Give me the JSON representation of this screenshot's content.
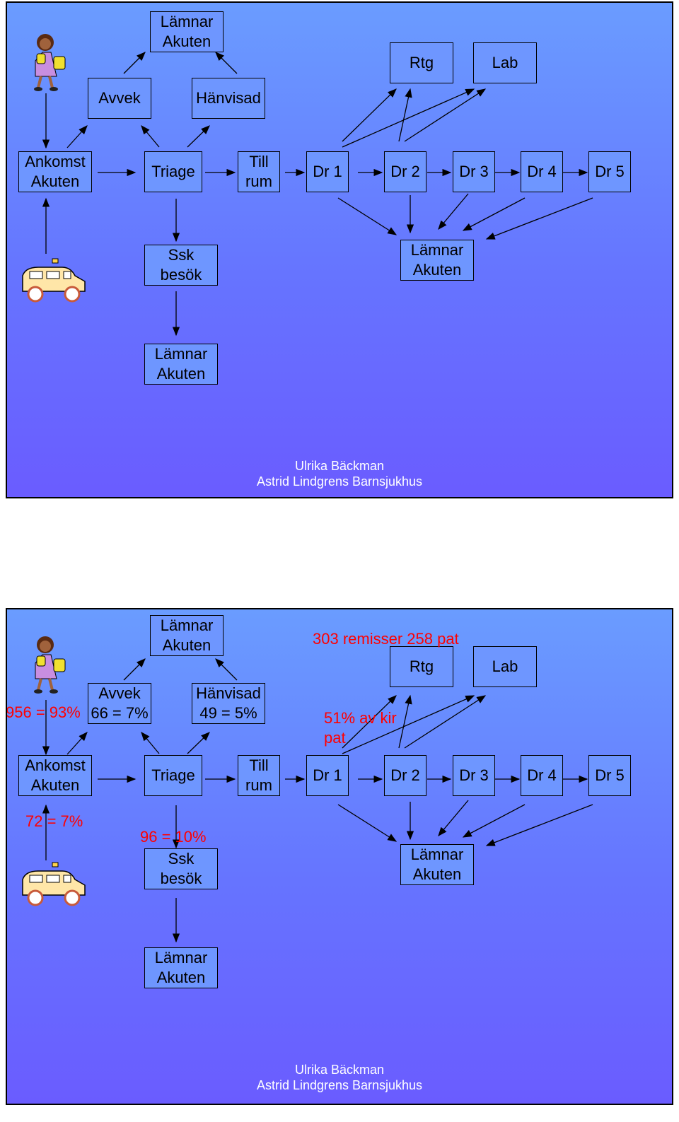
{
  "slides": [
    {
      "boxes": {
        "lamnar_top": "Lämnar\nAkuten",
        "avvek": "Avvek",
        "hanvisad": "Hänvisad",
        "rtg": "Rtg",
        "lab": "Lab",
        "ankomst": "Ankomst\nAkuten",
        "triage": "Triage",
        "till_rum": "Till\nrum",
        "dr1": "Dr 1",
        "dr2": "Dr 2",
        "dr3": "Dr 3",
        "dr4": "Dr 4",
        "dr5": "Dr 5",
        "ssk": "Ssk\nbesök",
        "lamnar_mid": "Lämnar\nAkuten",
        "lamnar_bottom": "Lämnar\nAkuten"
      },
      "footer": {
        "line1": "Ulrika Bäckman",
        "line2": "Astrid Lindgrens Barnsjukhus"
      }
    },
    {
      "boxes": {
        "lamnar_top": "Lämnar\nAkuten",
        "avvek": "Avvek\n66 = 7%",
        "hanvisad": "Hänvisad\n49 = 5%",
        "rtg": "Rtg",
        "lab": "Lab",
        "ankomst": "Ankomst\nAkuten",
        "triage": "Triage",
        "till_rum": "Till\nrum",
        "dr1": "Dr 1",
        "dr2": "Dr 2",
        "dr3": "Dr 3",
        "dr4": "Dr 4",
        "dr5": "Dr 5",
        "ssk": "Ssk\nbesök",
        "lamnar_mid": "Lämnar\nAkuten",
        "lamnar_bottom": "Lämnar\nAkuten"
      },
      "annotations": {
        "walkin": "956 = 93%",
        "ambulance": "72 = 7%",
        "ssk": "96 = 10%",
        "remisser": "303 remisser 258 pat",
        "kir": "51% av kir\npat"
      },
      "footer": {
        "line1": "Ulrika Bäckman",
        "line2": "Astrid Lindgrens Barnsjukhus"
      }
    }
  ],
  "colors": {
    "annotation": "#ff0000",
    "box_fill": "#6e96ff",
    "footer_text": "#ffffff"
  },
  "icons": [
    "girl-walking-icon",
    "ambulance-icon"
  ]
}
